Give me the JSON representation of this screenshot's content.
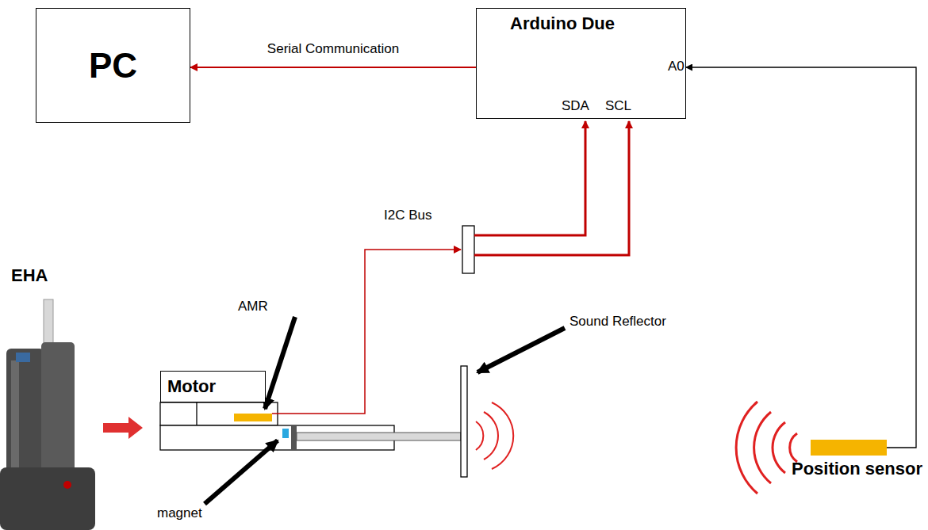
{
  "diagram": {
    "nodes": [
      {
        "text": [
          "PC"
        ]
      },
      {
        "text": [
          "Arduino Due"
        ]
      },
      {
        "text": [
          "Motor"
        ]
      },
      {
        "text": [
          "Position sensor"
        ]
      }
    ],
    "edges": [
      {
        "from": 1,
        "to": 0,
        "arrow": "to",
        "label": "Serial Communication"
      },
      {
        "from": 3,
        "to": 1,
        "arrow": "to"
      }
    ],
    "labels": [
      "A0",
      "SDA",
      "SCL",
      "I2C Bus",
      "EHA",
      "AMR",
      "Sound Reflector",
      "magnet"
    ]
  }
}
